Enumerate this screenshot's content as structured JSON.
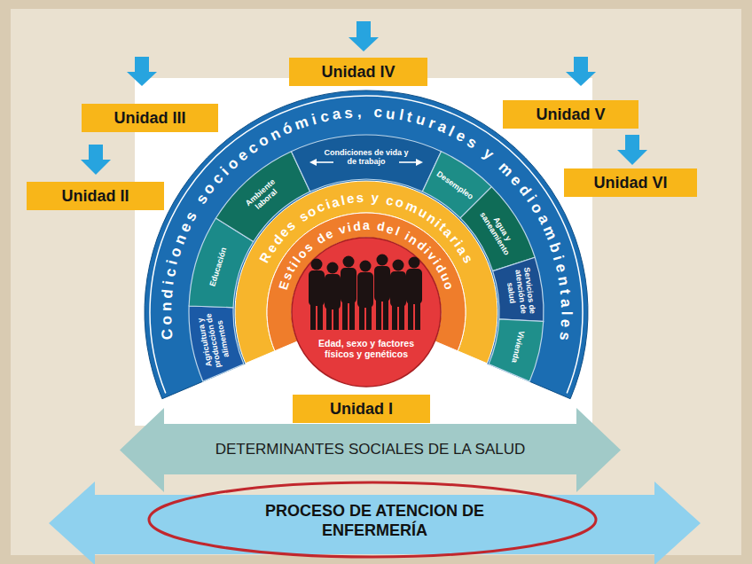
{
  "diagram": {
    "nodes": [
      {
        "text": [
          "Unidad IV"
        ]
      },
      {
        "text": [
          "Unidad III"
        ]
      },
      {
        "text": [
          "Unidad V"
        ]
      },
      {
        "text": [
          "Unidad II"
        ]
      },
      {
        "text": [
          "Unidad VI"
        ]
      },
      {
        "text": [
          "Condiciones socioeconómicas, culturales y medioambientales"
        ]
      },
      {
        "text": [
          "Agricultura y producción de alimentos"
        ],
        "in": 5
      },
      {
        "text": [
          "Educación"
        ],
        "in": 5
      },
      {
        "text": [
          "Ambiente laboral"
        ],
        "in": 5
      },
      {
        "text": [
          "Condiciones de vida y de trabajo"
        ],
        "in": 5
      },
      {
        "text": [
          "Desempleo"
        ],
        "in": 5
      },
      {
        "text": [
          "Agua y saneamiento"
        ],
        "in": 5
      },
      {
        "text": [
          "Servicios de atención de salud"
        ],
        "in": 5
      },
      {
        "text": [
          "Vivienda"
        ],
        "in": 5
      },
      {
        "text": [
          "Redes sociales y comunitarias"
        ]
      },
      {
        "text": [
          "Estilos de vida del individuo"
        ]
      },
      {
        "text": [
          "Edad, sexo y factores físicos y genéticos"
        ]
      },
      {
        "text": [
          "Unidad I"
        ]
      },
      {
        "text": [
          "DETERMINANTES SOCIALES DE LA SALUD"
        ]
      },
      {
        "text": [
          "PROCESO DE ATENCION DE ENFERMERÍA"
        ]
      }
    ]
  }
}
